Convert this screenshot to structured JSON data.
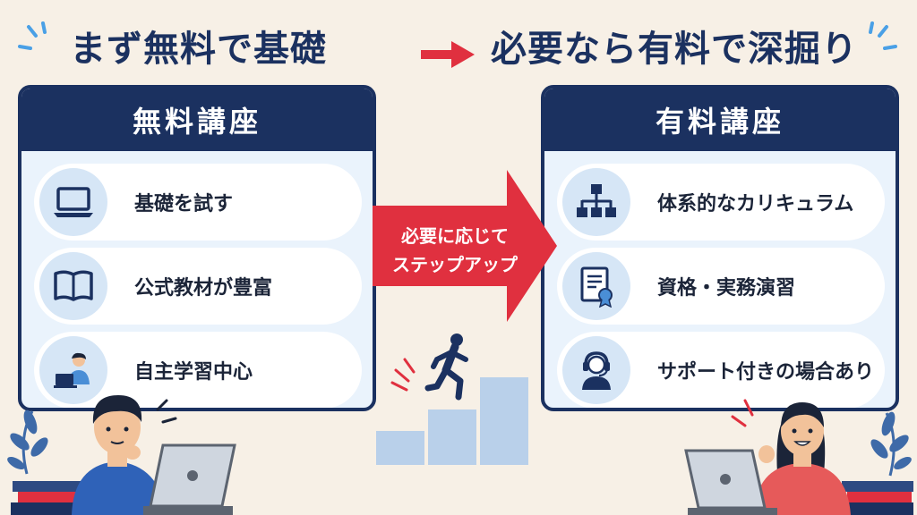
{
  "title": {
    "left": "まず無料で基礎",
    "right": "必要なら有料で深掘り"
  },
  "free_panel": {
    "heading": "無料講座",
    "items": [
      {
        "label": "基礎を試す",
        "icon": "laptop-icon"
      },
      {
        "label": "公式教材が豊富",
        "icon": "open-book-icon"
      },
      {
        "label": "自主学習中心",
        "icon": "self-study-person-icon"
      }
    ]
  },
  "paid_panel": {
    "heading": "有料講座",
    "items": [
      {
        "label": "体系的なカリキュラム",
        "icon": "org-chart-icon"
      },
      {
        "label": "資格・実務演習",
        "icon": "certificate-icon"
      },
      {
        "label": "サポート付きの場合あり",
        "icon": "headset-support-icon"
      }
    ]
  },
  "transition": {
    "line1": "必要に応じて",
    "line2": "ステップアップ"
  },
  "colors": {
    "navy": "#1b3160",
    "accent_red": "#e0303f",
    "panel_bg": "#eaf3fc",
    "icon_circle": "#d6e6f6",
    "stairs": "#b9d0ea",
    "background": "#f7f0e6"
  }
}
